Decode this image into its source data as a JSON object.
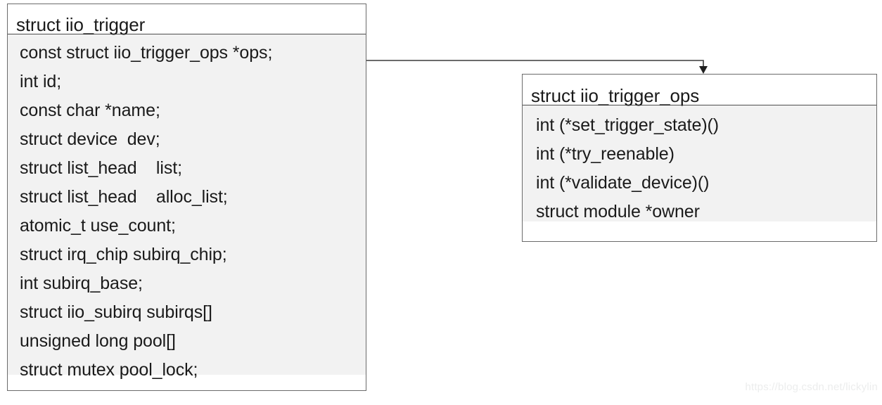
{
  "diagram": {
    "type": "struct-relationship",
    "background_color": "#ffffff",
    "boxes": [
      {
        "id": "iio_trigger",
        "title": "struct iio_trigger",
        "header_color": "#ffffff",
        "body_color": "#f2f2f2",
        "border_color": "#6b6b6b",
        "fields": [
          "const struct iio_trigger_ops *ops;",
          "int id;",
          "const char *name;",
          "struct device  dev;",
          "struct list_head    list;",
          "struct list_head    alloc_list;",
          "atomic_t use_count;",
          "struct irq_chip subirq_chip;",
          "int subirq_base;",
          "struct iio_subirq subirqs[]",
          "unsigned long pool[]",
          "struct mutex pool_lock;"
        ]
      },
      {
        "id": "iio_trigger_ops",
        "title": "struct iio_trigger_ops",
        "header_color": "#ffffff",
        "body_color": "#f2f2f2",
        "border_color": "#6b6b6b",
        "fields": [
          "int (*set_trigger_state)()",
          "int (*try_reenable)",
          "int (*validate_device)()",
          "struct module *owner"
        ]
      }
    ],
    "connector": {
      "from": "iio_trigger.ops",
      "to": "iio_trigger_ops",
      "style": "orthogonal",
      "arrowhead": "filled-triangle-down",
      "color": "#3c3c3c"
    }
  },
  "watermark": {
    "text": "https://blog.csdn.net/lickylin",
    "color": "#eceded"
  }
}
